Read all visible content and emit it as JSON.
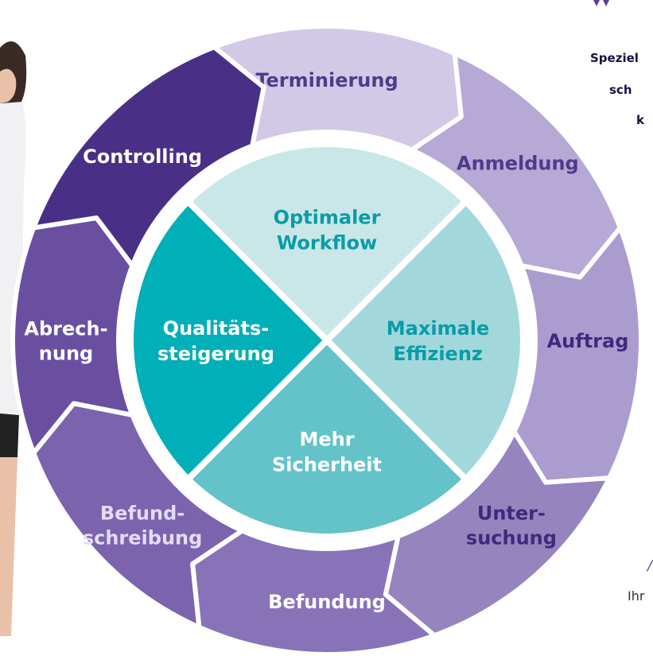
{
  "cycle_steps": [
    {
      "lines": [
        "Terminierung"
      ],
      "color": "#d2c9e6",
      "text_color": "#4f3a8c"
    },
    {
      "lines": [
        "Anmeldung"
      ],
      "color": "#b6a9d6",
      "text_color": "#4f3a8c"
    },
    {
      "lines": [
        "Auftrag"
      ],
      "color": "#aa9ccf",
      "text_color": "#3e2a7c"
    },
    {
      "lines": [
        "Unter-",
        "suchung"
      ],
      "color": "#9684bf",
      "text_color": "#3e2a7c"
    },
    {
      "lines": [
        "Befundung"
      ],
      "color": "#8873b8",
      "text_color": "#ffffff"
    },
    {
      "lines": [
        "Befund-",
        "schreibung"
      ],
      "color": "#7b63ae",
      "text_color": "#e4dcf2"
    },
    {
      "lines": [
        "Abrech-",
        "nung"
      ],
      "color": "#6a4fa1",
      "text_color": "#ffffff"
    },
    {
      "lines": [
        "Controlling"
      ],
      "color": "#4a2f86",
      "text_color": "#ffffff"
    }
  ],
  "center_quadrants": [
    {
      "lines": [
        "Optimaler",
        "Workflow"
      ],
      "color": "#c9e7e8",
      "text_color": "#0a9ca6"
    },
    {
      "lines": [
        "Maximale",
        "Effizienz"
      ],
      "color": "#a2d8db",
      "text_color": "#0a9ca6"
    },
    {
      "lines": [
        "Mehr",
        "Sicherheit"
      ],
      "color": "#63c3c8",
      "text_color": "#ffffff"
    },
    {
      "lines": [
        "Qualitäts-",
        "steigerung"
      ],
      "color": "#00afb7",
      "text_color": "#ffffff"
    }
  ],
  "side_text": {
    "line1": "Speziel",
    "line2": "sch",
    "line3": "k",
    "footer": "Ihr",
    "slash": "/"
  },
  "colors": {
    "logo": "#5b3f96",
    "figure_coat": "#f1f1f3",
    "figure_hair": "#3a2a24",
    "figure_skin": "#e8c1a8",
    "figure_skirt": "#222222"
  }
}
